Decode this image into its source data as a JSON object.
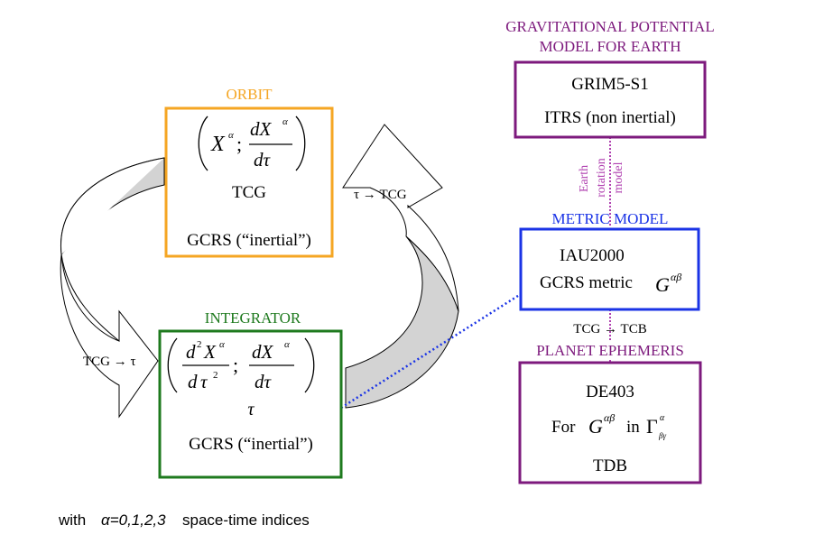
{
  "colors": {
    "orbit": "#f5a623",
    "integrator": "#1e7a1e",
    "metric": "#1a33e6",
    "earth_model": "#7d1a7d",
    "ephemeris": "#7d1a7d",
    "link_dotted_blue": "#1a33e6",
    "link_dotted_purple": "#b040b0",
    "arrow_fill": "#d3d3d3"
  },
  "orbit": {
    "title": "ORBIT",
    "state_X": "X",
    "state_alpha": "α",
    "state_sep": ";",
    "state_dX": "dX",
    "state_dtau": "dτ",
    "time": "TCG",
    "frame": "GCRS (“inertial”)"
  },
  "integrator": {
    "title": "INTEGRATOR",
    "num_d2": "d",
    "num_sq": "2",
    "num_X": "X",
    "num_alpha": "α",
    "den_d": "d",
    "den_tau": "τ",
    "den_sq": "2",
    "sep": ";",
    "dX": "dX",
    "dX_alpha": "α",
    "dtau": "dτ",
    "time": "τ",
    "frame": "GCRS (“inertial”)"
  },
  "earth_model": {
    "title_line1": "GRAVITATIONAL POTENTIAL",
    "title_line2": "MODEL FOR EARTH",
    "model": "GRIM5-S1",
    "frame": "ITRS (non inertial)"
  },
  "metric": {
    "title": "METRIC MODEL",
    "model": "IAU2000",
    "label": "GCRS metric",
    "G": "G",
    "G_sup": "αβ"
  },
  "ephemeris": {
    "title": "PLANET EPHEMERIS",
    "model": "DE403",
    "for": "For",
    "G": "G",
    "G_sup": "αβ",
    "in": "in",
    "Gamma": "Γ",
    "Gamma_sup": "α",
    "Gamma_sub": "βγ",
    "time": "TDB"
  },
  "labels": {
    "tau_to_tcg": "τ → TCG",
    "tcg_to_tau": "TCG → τ",
    "earth_rotation_1": "Earth",
    "earth_rotation_2": "rotation",
    "earth_rotation_3": "model",
    "tcg_to_tcb": "TCG → TCB"
  },
  "footnote": {
    "prefix": "with",
    "alpha_values": "α=0,1,2,3",
    "suffix": "space-time indices"
  }
}
